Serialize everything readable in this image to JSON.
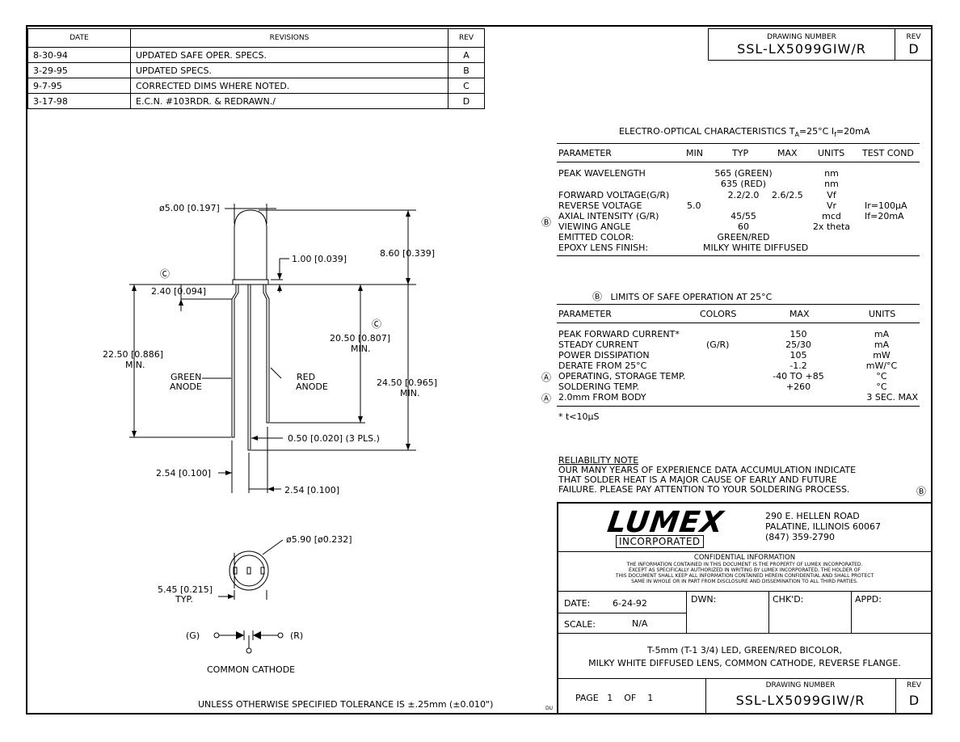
{
  "revisions": {
    "headers": {
      "date": "DATE",
      "revisions": "REVISIONS",
      "rev": "REV"
    },
    "rows": [
      {
        "date": "8-30-94",
        "desc": "UPDATED SAFE OPER. SPECS.",
        "rev": "A"
      },
      {
        "date": "3-29-95",
        "desc": "UPDATED SPECS.",
        "rev": "B"
      },
      {
        "date": "9-7-95",
        "desc": "CORRECTED DIMS WHERE NOTED.",
        "rev": "C"
      },
      {
        "date": "3-17-98",
        "desc": "E.C.N. #103RDR. & REDRAWN./",
        "rev": "D"
      }
    ]
  },
  "top_title_block": {
    "drawing_number_label": "DRAWING NUMBER",
    "drawing_number": "SSL-LX5099GIW/R",
    "rev_label": "REV",
    "rev": "D"
  },
  "electro_optical": {
    "title": "ELECTRO-OPTICAL CHARACTERISTICS T",
    "title_sub": "A",
    "title_rest": "=25°C   I",
    "title_sub2": "f",
    "title_end": "=20mA",
    "headers": [
      "PARAMETER",
      "MIN",
      "TYP",
      "MAX",
      "UNITS",
      "TEST COND"
    ],
    "rows": [
      {
        "param": "PEAK WAVELENGTH",
        "min": "",
        "typ": "565 (GREEN)",
        "max": "",
        "units": "nm",
        "cond": ""
      },
      {
        "param": "",
        "min": "",
        "typ": "635 (RED)",
        "max": "",
        "units": "nm",
        "cond": ""
      },
      {
        "param": "FORWARD VOLTAGE(G/R)",
        "min": "",
        "typ": "2.2/2.0",
        "max": "2.6/2.5",
        "units": "Vf",
        "cond": ""
      },
      {
        "param": "REVERSE VOLTAGE",
        "min": "5.0",
        "typ": "",
        "max": "",
        "units": "Vr",
        "cond": "Ir=100μA"
      },
      {
        "param": "AXIAL INTENSITY   (G/R)",
        "min": "",
        "typ": "45/55",
        "max": "",
        "units": "mcd",
        "cond": "If=20mA"
      },
      {
        "param": "VIEWING ANGLE",
        "min": "",
        "typ": "60",
        "max": "",
        "units": "2x theta",
        "cond": ""
      },
      {
        "param": "EMITTED COLOR:",
        "min": "",
        "typ": "GREEN/RED",
        "max": "",
        "units": "",
        "cond": ""
      },
      {
        "param": "EPOXY LENS FINISH:",
        "min": "",
        "typ": "MILKY WHITE DIFFUSED",
        "max": "",
        "units": "",
        "cond": ""
      }
    ],
    "rev_marker": "B"
  },
  "safe_limits": {
    "marker": "B",
    "title": "LIMITS OF SAFE OPERATION AT 25°C",
    "headers": [
      "PARAMETER",
      "COLORS",
      "MAX",
      "UNITS"
    ],
    "rows": [
      {
        "marker": "",
        "param": "PEAK FORWARD CURRENT*",
        "colors": "",
        "max": "150",
        "units": "mA"
      },
      {
        "marker": "",
        "param": "STEADY CURRENT",
        "colors": "(G/R)",
        "max": "25/30",
        "units": "mA"
      },
      {
        "marker": "",
        "param": "POWER DISSIPATION",
        "colors": "",
        "max": "105",
        "units": "mW"
      },
      {
        "marker": "",
        "param": "DERATE FROM 25°C",
        "colors": "",
        "max": "-1.2",
        "units": "mW/°C"
      },
      {
        "marker": "A",
        "param": "OPERATING, STORAGE TEMP.",
        "colors": "",
        "max": "-40 TO +85",
        "units": "°C"
      },
      {
        "marker": "",
        "param": "SOLDERING TEMP.",
        "colors": "",
        "max": "+260",
        "units": "°C"
      },
      {
        "marker": "A",
        "param": "2.0mm FROM BODY",
        "colors": "",
        "max": "",
        "units": "3 SEC. MAX"
      }
    ],
    "footnote": "* t<10μS"
  },
  "reliability": {
    "title": "RELIABILITY NOTE",
    "lines": [
      "OUR MANY YEARS OF EXPERIENCE DATA ACCUMULATION INDICATE",
      "THAT SOLDER HEAT IS A MAJOR CAUSE OF EARLY AND FUTURE",
      "FAILURE. PLEASE PAY ATTENTION TO YOUR SOLDERING PROCESS."
    ],
    "marker": "B"
  },
  "company": {
    "logo": "LUMEX",
    "logo_sub": "INCORPORATED",
    "address": [
      "290 E. HELLEN ROAD",
      "PALATINE, ILLINOIS   60067",
      "(847) 359-2790"
    ]
  },
  "confidential": {
    "title": "CONFIDENTIAL INFORMATION",
    "lines": [
      "THE INFORMATION CONTAINED IN THIS DOCUMENT IS THE PROPERTY OF LUMEX INCORPORATED.",
      "EXCEPT AS SPECIFICALLY AUTHORIZED IN WRITING BY LUMEX INCORPORATED, THE HOLDER OF",
      "THIS DOCUMENT SHALL KEEP ALL INFORMATION CONTAINED HEREIN CONFIDENTIAL AND SHALL PROTECT",
      "SAME IN WHOLE OR IN PART FROM DISCLOSURE AND DISSEMINATION TO ALL THIRD PARTIES."
    ]
  },
  "title_block": {
    "date_label": "DATE:",
    "date": "6-24-92",
    "scale_label": "SCALE:",
    "scale": "N/A",
    "dwn_label": "DWN:",
    "chkd_label": "CHK'D:",
    "appd_label": "APPD:",
    "description": [
      "T-5mm (T-1 3/4) LED, GREEN/RED BICOLOR,",
      "MILKY WHITE DIFFUSED LENS, COMMON CATHODE, REVERSE FLANGE."
    ],
    "page_label": "PAGE",
    "page": "1",
    "of_label": "OF",
    "of": "1",
    "drawing_number_label": "DRAWING NUMBER",
    "drawing_number": "SSL-LX5099GIW/R",
    "rev_label": "REV",
    "rev": "D"
  },
  "drawing": {
    "dim_diameter": "ø5.00 [0.197]",
    "dim_flange": "1.00 [0.039]",
    "dim_height": "8.60 [0.339]",
    "marker_c1": "C",
    "dim_flange_pos": "2.40 [0.094]",
    "dim_lead_total": "22.50 [0.886]",
    "dim_lead_total_min": "MIN.",
    "dim_red_lead": "20.50 [0.807]",
    "dim_red_lead_min": "MIN.",
    "marker_c2": "C",
    "label_green": "GREEN",
    "label_green2": "ANODE",
    "label_red": "RED",
    "label_red2": "ANODE",
    "dim_overall": "24.50 [0.965]",
    "dim_overall_min": "MIN.",
    "dim_lead_width": "0.50 [0.020]  (3 PLS.)",
    "dim_pitch1": "2.54 [0.100]",
    "dim_pitch2": "2.54 [0.100]",
    "dim_flange_dia": "ø5.90 [ø0.232]",
    "dim_flat": "5.45 [0.215]",
    "dim_flat_typ": "TYP.",
    "schem_g": "(G)",
    "schem_r": "(R)",
    "schem_label": "COMMON CATHODE",
    "tolerance": "UNLESS OTHERWISE SPECIFIED TOLERANCE IS ±.25mm (±0.010\")",
    "initials": "DU"
  }
}
